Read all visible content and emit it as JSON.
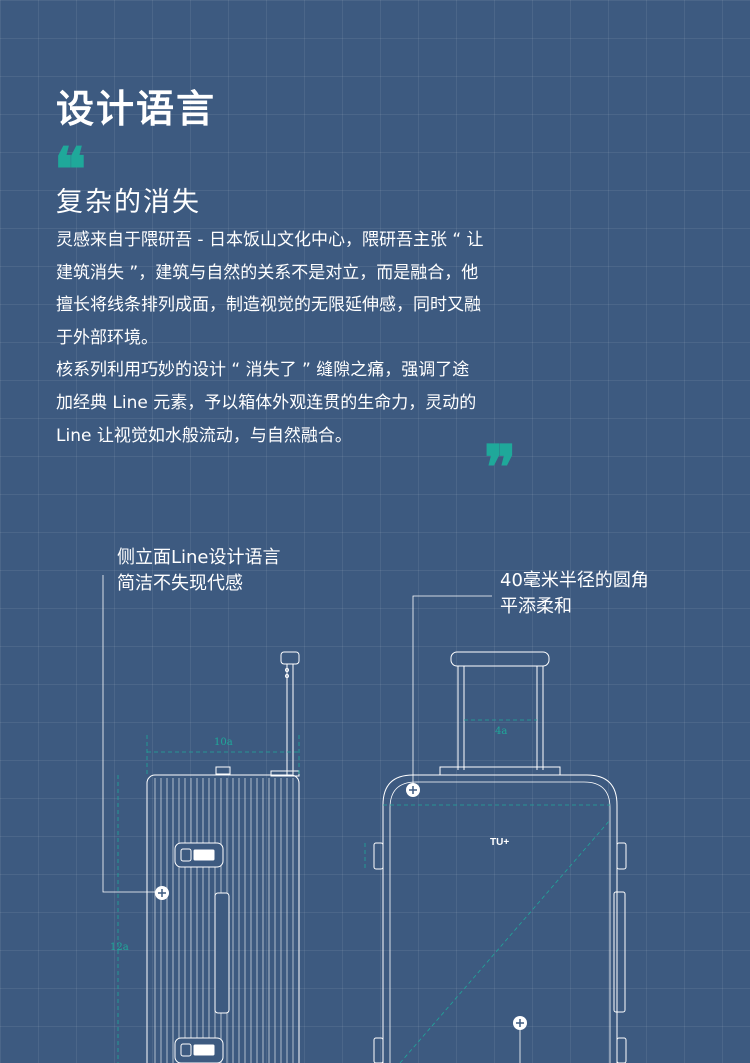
{
  "heading": {
    "title": "设计语言",
    "subtitle": "复杂的消失"
  },
  "quote": {
    "open_mark": "❝",
    "close_mark": "❞"
  },
  "body": {
    "p1": [
      "灵感来自于隈研吾 - 日本饭山文化中心，隈研吾主张 “ 让",
      "建筑消失 ”，建筑与自然的关系不是对立，而是融合，他",
      "擅长将线条排列成面，制造视觉的无限延伸感，同时又融",
      "于外部环境。"
    ],
    "p2": [
      "核系列利用巧妙的设计 “ 消失了 ” 缝隙之痛，强调了途",
      "加经典 Line 元素，予以箱体外观连贯的生命力，灵动的",
      "Line 让视觉如水般流动，与自然融合。"
    ]
  },
  "annotations": {
    "side": {
      "line1": "侧立面Line设计语言",
      "line2": "简洁不失现代感"
    },
    "front": {
      "line1": "40毫米半径的圆角",
      "line2": "平添柔和"
    }
  },
  "drawing": {
    "dim_width": "10a",
    "dim_height": "12a",
    "dim_handle": "4a",
    "brand_logo": "TU+",
    "dim_color": "#1fa89a"
  },
  "colors": {
    "background": "#3d5a80",
    "accent": "#1fa89a",
    "text": "#ffffff"
  }
}
